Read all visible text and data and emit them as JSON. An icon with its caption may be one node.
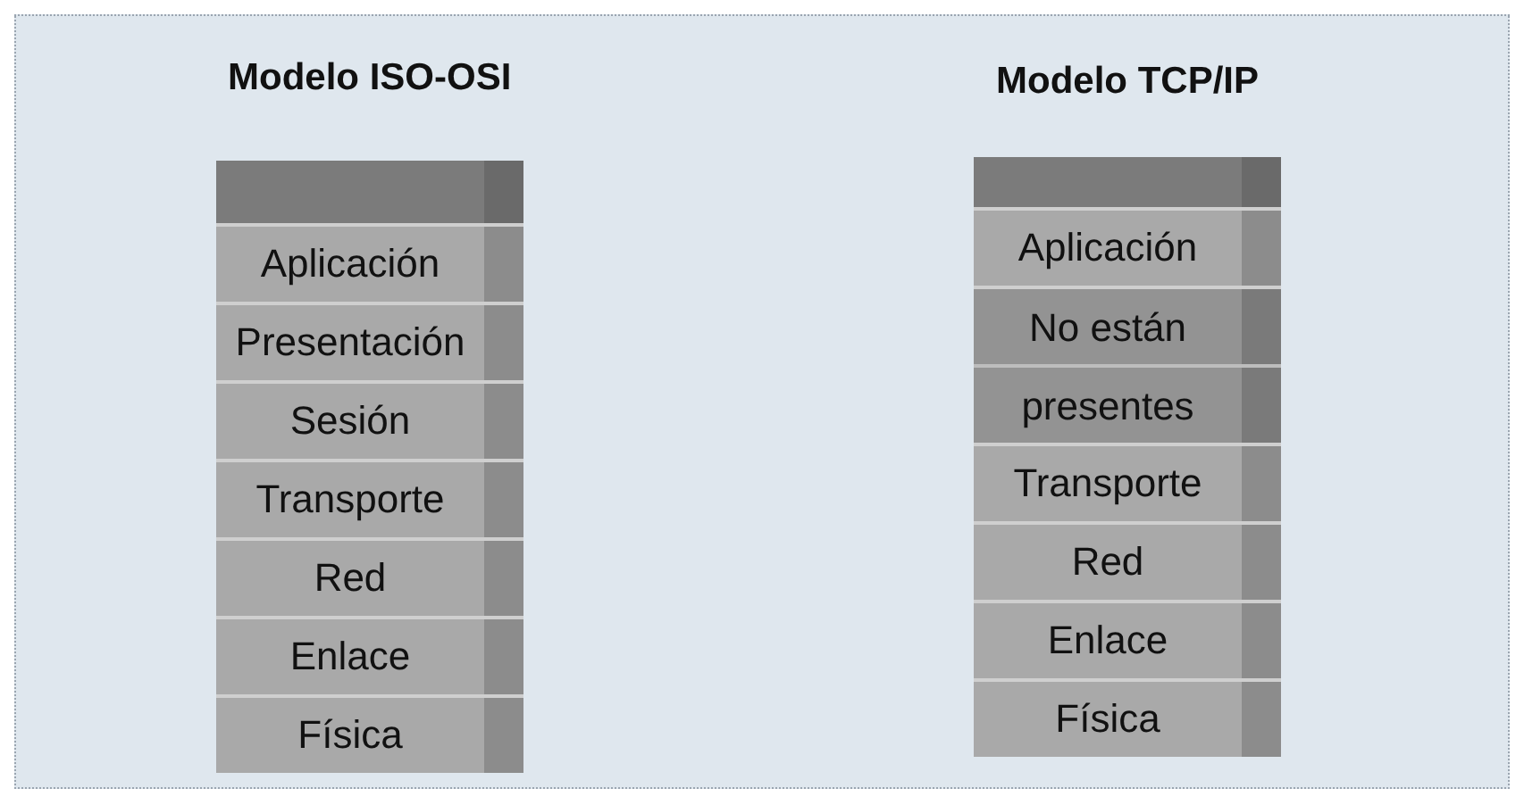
{
  "diagram": {
    "nodes": [
      {
        "text": [],
        "shape": "box"
      },
      {
        "text": [
          "Aplicación"
        ]
      },
      {
        "text": [
          "Presentación"
        ]
      },
      {
        "text": [
          "Sesión"
        ]
      },
      {
        "text": [
          "Transporte"
        ]
      },
      {
        "text": [
          "Red"
        ]
      },
      {
        "text": [
          "Enlace"
        ]
      },
      {
        "text": [
          "Física"
        ]
      },
      {
        "text": [],
        "shape": "box"
      },
      {
        "text": [
          "Aplicación"
        ]
      },
      {
        "text": [
          "No están presentes"
        ]
      },
      {
        "text": [
          "Transporte"
        ]
      },
      {
        "text": [
          "Red"
        ]
      },
      {
        "text": [
          "Enlace"
        ]
      },
      {
        "text": [
          "Física"
        ]
      }
    ],
    "edges": [],
    "labels": [
      "Modelo ISO-OSI",
      "Modelo TCP/IP"
    ]
  }
}
